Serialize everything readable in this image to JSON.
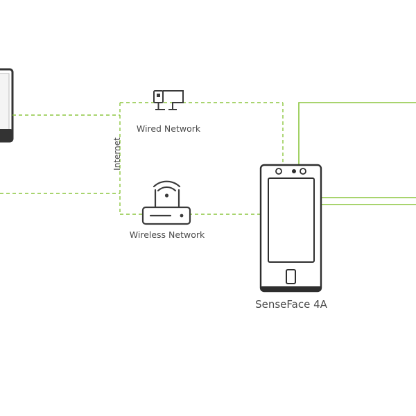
{
  "labels": {
    "internet": "Internet",
    "wired_network": "Wired Network",
    "wireless_network": "Wireless Network",
    "device": "SenseFace 4A"
  },
  "colors": {
    "line_green": "#8cc63f",
    "icon_stroke": "#3a3a3a",
    "label_text": "#4a4a4a",
    "background": "#ffffff"
  },
  "icons": [
    "computer-monitor-icon",
    "wired-network-icon",
    "wifi-router-icon",
    "face-recognition-terminal-icon"
  ]
}
